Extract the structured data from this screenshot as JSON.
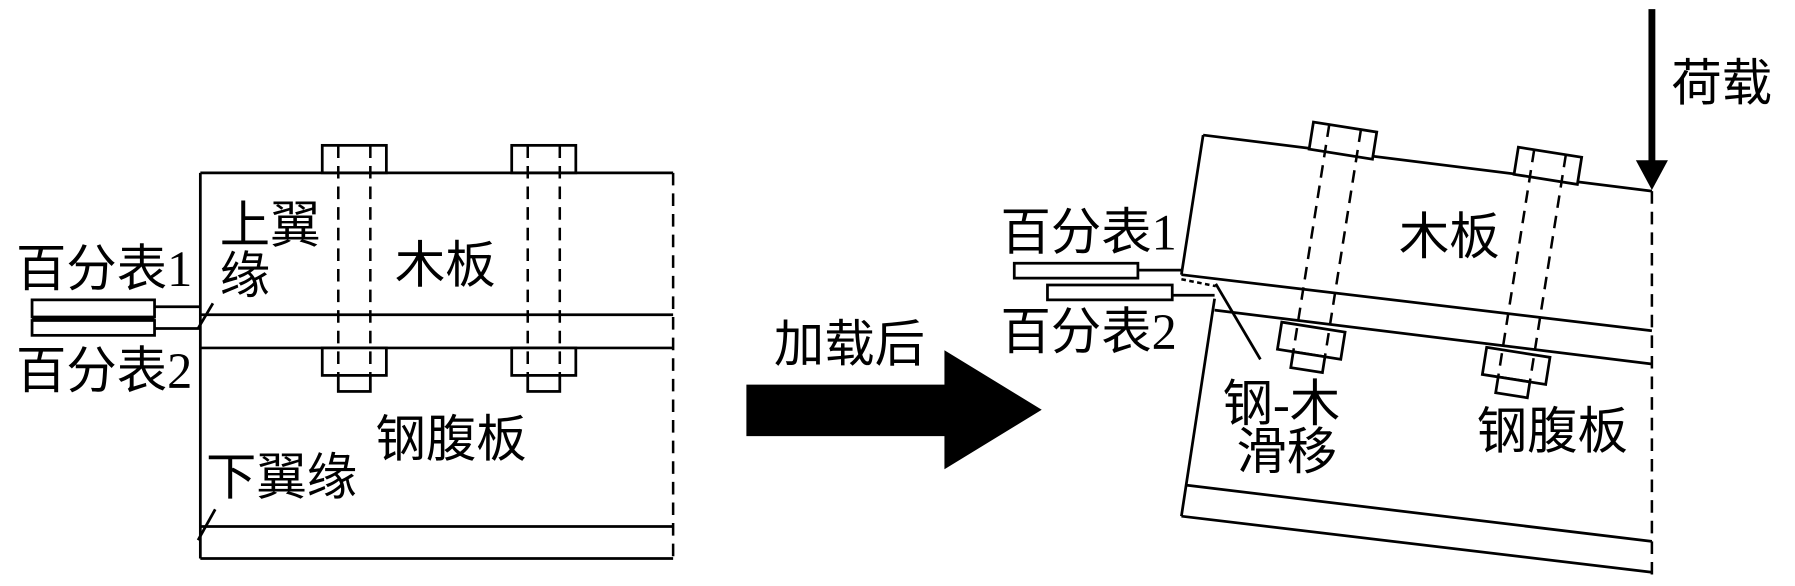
{
  "colors": {
    "stroke": "#000000",
    "background": "#ffffff"
  },
  "before": {
    "gauge1": "百分表1",
    "gauge2": "百分表2",
    "upper_flange_line1": "上翼",
    "upper_flange_line2": "缘",
    "wood_plate": "木板",
    "steel_web": "钢腹板",
    "lower_flange": "下翼缘"
  },
  "transition": {
    "label": "加载后"
  },
  "after": {
    "gauge1": "百分表1",
    "gauge2": "百分表2",
    "wood_plate": "木板",
    "slip_line1": "钢-木",
    "slip_line2": "滑移",
    "steel_web": "钢腹板",
    "load": "荷载"
  }
}
